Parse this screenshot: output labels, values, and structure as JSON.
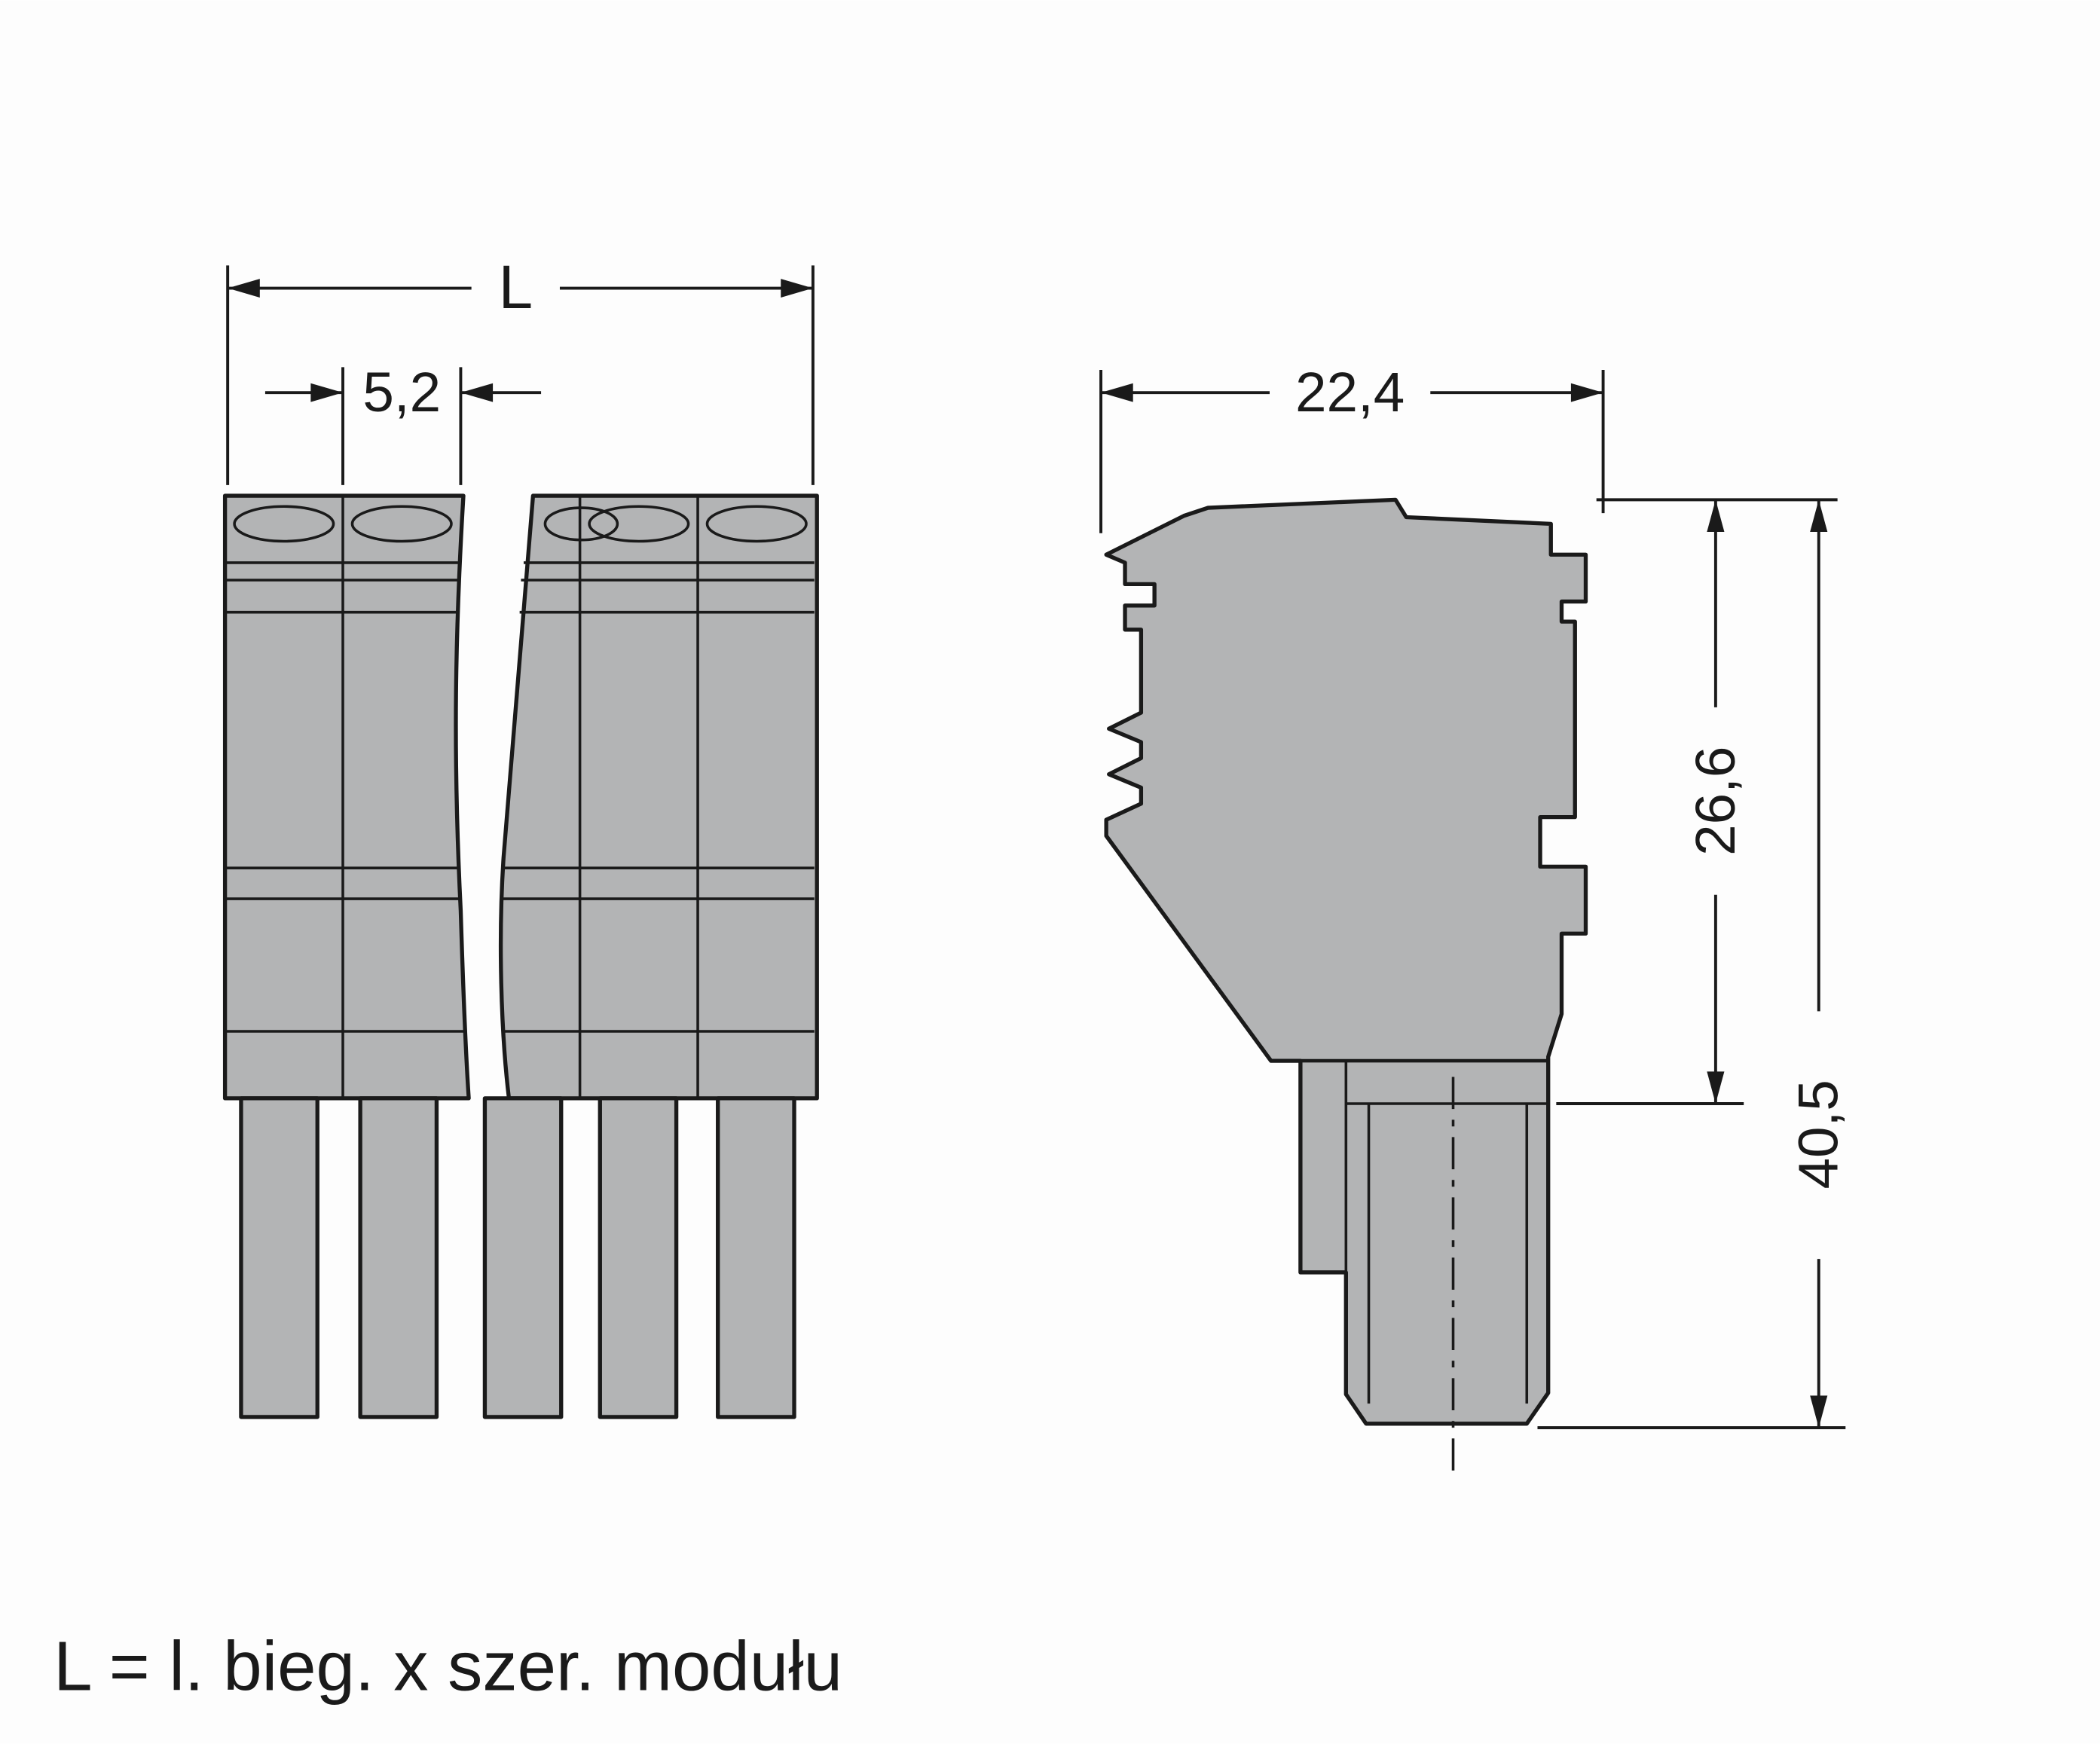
{
  "drawing": {
    "caption": "L = l. bieg. x szer. modułu",
    "front_view": {
      "dim_total_width_label": "L",
      "dim_module_width_label": "5,2"
    },
    "side_view": {
      "dim_width_label": "22,4",
      "dim_upper_height_label": "26,6",
      "dim_total_height_label": "40,5"
    },
    "colors": {
      "body_fill": "#b3b4b5",
      "line": "#1a1a1a",
      "background": "#fdfdfd"
    }
  }
}
